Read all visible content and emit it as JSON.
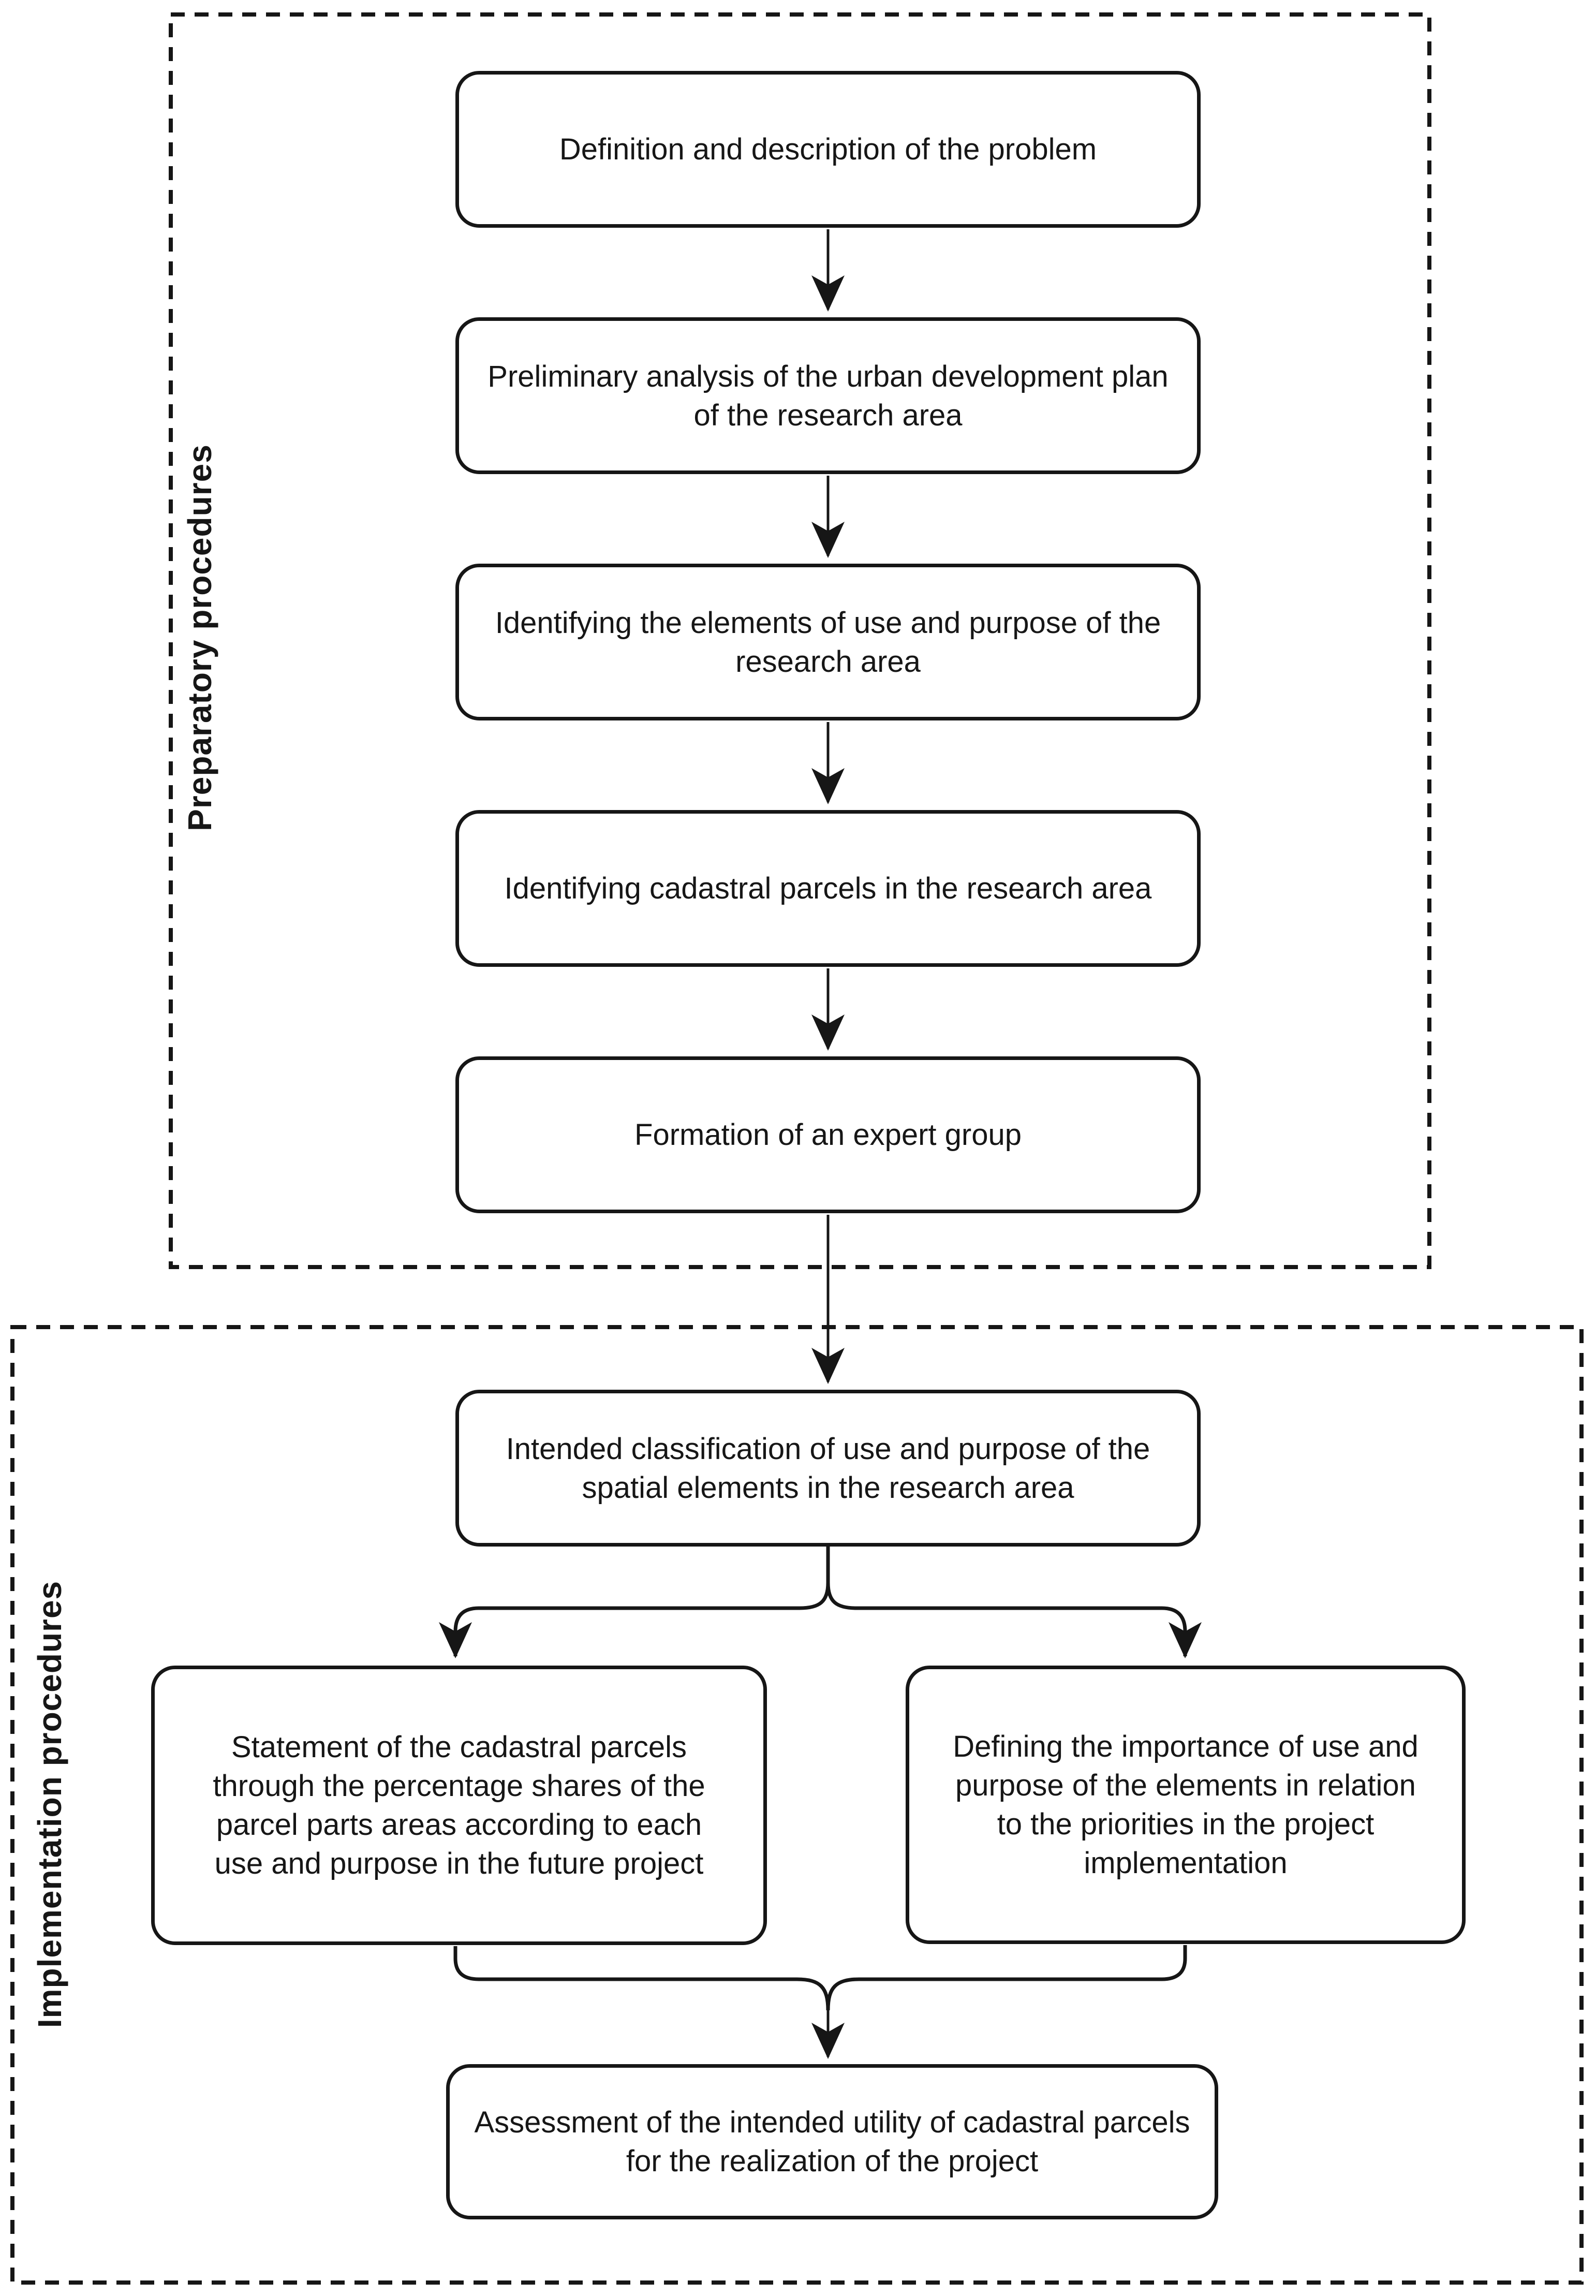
{
  "figure": {
    "type": "flowchart",
    "sections": [
      {
        "label": "Preparatory procedures",
        "steps": [
          "Definition and description of the problem",
          "Preliminary analysis of the urban development plan of the research area",
          "Identifying the elements of use and purpose of the research area",
          "Identifying cadastral parcels in the research area",
          "Formation of an expert group"
        ]
      },
      {
        "label": "Implementation procedures",
        "steps": [
          "Intended classification of use and purpose of the spatial elements in the research area",
          "Statement of the cadastral parcels through the percentage shares of the parcel parts areas according to each use and purpose in the future project",
          "Defining the importance of use and purpose of the elements in relation to the priorities in the project implementation",
          "Assessment of the intended utility of cadastral parcels for the realization of the project"
        ]
      }
    ],
    "colors": {
      "line": "#161616",
      "box_fill": "#ffffff",
      "background": "#ffffff"
    }
  }
}
